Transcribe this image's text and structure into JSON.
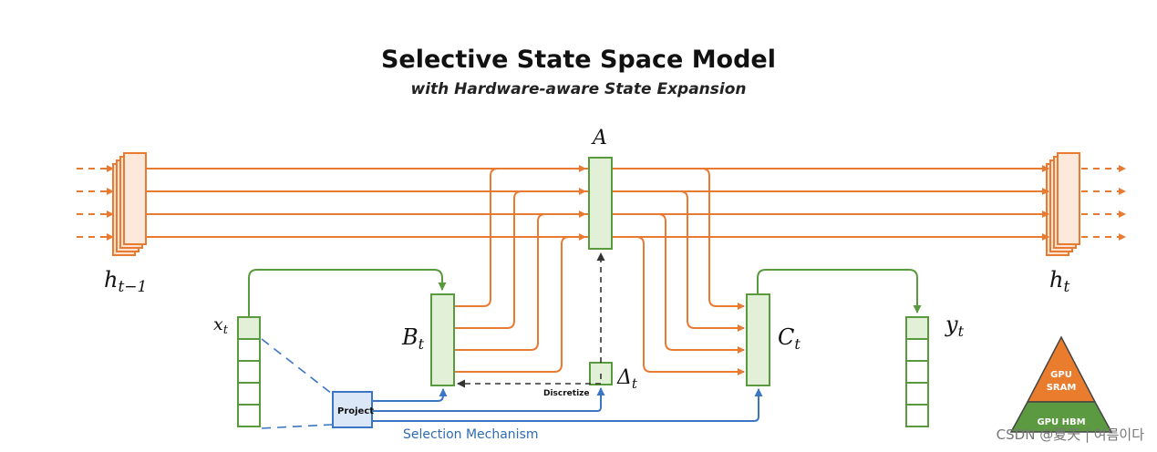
{
  "title": "Selective State Space Model",
  "subtitle": "with Hardware-aware State Expansion",
  "labels": {
    "A": "A",
    "h_prev_main": "h",
    "h_prev_sub": "t−1",
    "h_main": "h",
    "h_sub": "t",
    "x_main": "x",
    "x_sub": "t",
    "B_main": "B",
    "B_sub": "t",
    "C_main": "C",
    "C_sub": "t",
    "y_main": "y",
    "y_sub": "t",
    "delta_main": "Δ",
    "delta_sub": "t",
    "discretize": "Discretize",
    "project": "Project",
    "selection_mechanism": "Selection Mechanism",
    "gpu_sram": [
      "GPU",
      "SRAM"
    ],
    "gpu_hbm": "GPU HBM"
  },
  "watermark": "CSDN @夏天 | 여름이다",
  "colors": {
    "orange": "#e87a32",
    "orange_fill": "#fde3d3",
    "green": "#5a9a3e",
    "green_fill": "#e3f0d8",
    "blue": "#3b76c4",
    "blue_fill": "#dbe7f7",
    "pyramid_top": "#ea7c2e",
    "pyramid_bottom": "#5b9a40"
  }
}
